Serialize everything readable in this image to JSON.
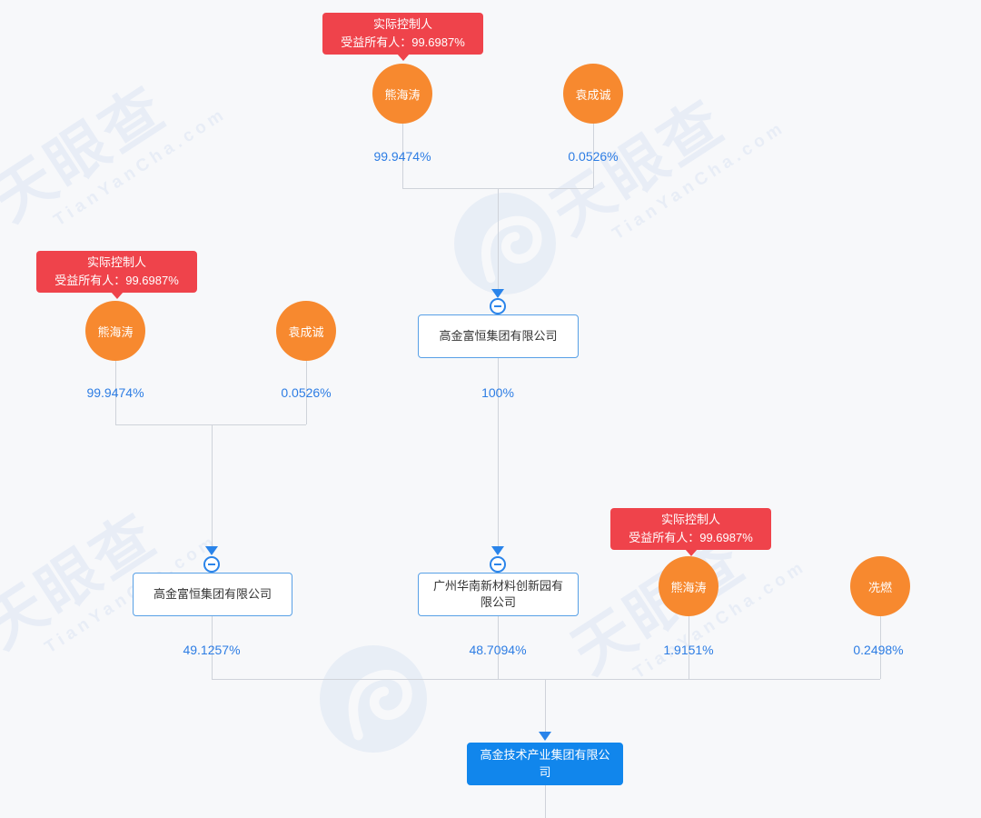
{
  "watermark": {
    "brand": "天眼查",
    "domain": "TianYanCha.com"
  },
  "colors": {
    "background": "#f7f8fa",
    "badge_red": "#ef434b",
    "person_orange": "#f7892f",
    "company_border_blue": "#58a0e6",
    "target_fill_blue": "#1186ec",
    "percent_blue": "#2d7de4",
    "line_gray": "#cfd3da",
    "arrow_blue": "#2a84ea"
  },
  "top_group": {
    "badge": {
      "line1": "实际控制人",
      "line2": "受益所有人：99.6987%"
    },
    "person1": {
      "name": "熊海涛",
      "percent": "99.9474%"
    },
    "person2": {
      "name": "袁成诚",
      "percent": "0.0526%"
    },
    "company": {
      "name": "高金富恒集团有限公司",
      "percent": "100%"
    }
  },
  "left_group": {
    "badge": {
      "line1": "实际控制人",
      "line2": "受益所有人：99.6987%"
    },
    "person1": {
      "name": "熊海涛",
      "percent": "99.9474%"
    },
    "person2": {
      "name": "袁成诚",
      "percent": "0.0526%"
    },
    "company": {
      "name": "高金富恒集团有限公司",
      "percent": "49.1257%"
    }
  },
  "middle_group": {
    "company": {
      "name": "广州华南新材料创新园有限公司",
      "percent": "48.7094%"
    }
  },
  "right_group": {
    "badge": {
      "line1": "实际控制人",
      "line2": "受益所有人：99.6987%"
    },
    "person1": {
      "name": "熊海涛",
      "percent": "1.9151%"
    },
    "person2": {
      "name": "冼燃",
      "percent": "0.2498%"
    }
  },
  "target_company": {
    "name": "高金技术产业集团有限公司"
  }
}
